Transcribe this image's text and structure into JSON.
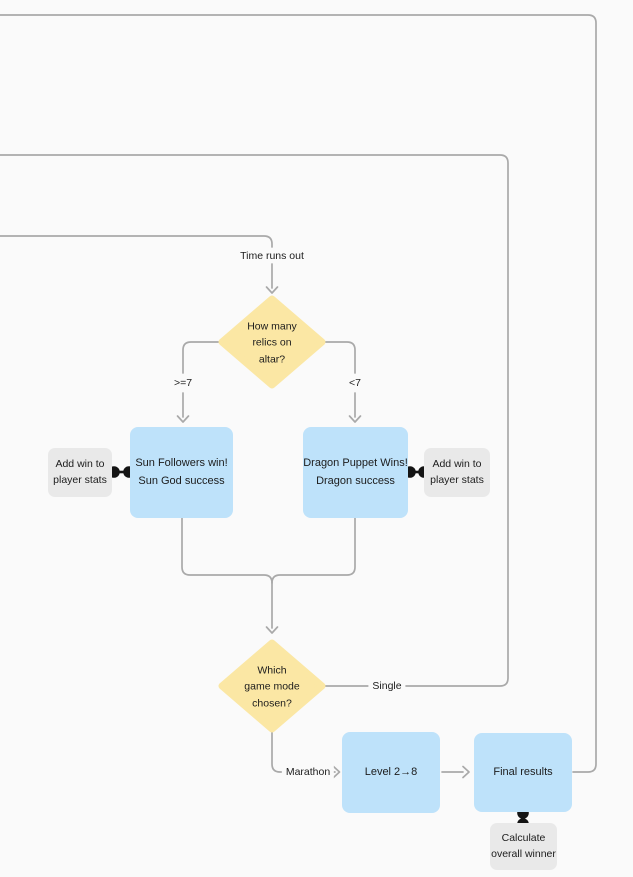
{
  "diagram": {
    "colors": {
      "background": "#fafafa",
      "process_fill": "#bee2fa",
      "decision_fill": "#fbe7a4",
      "note_fill": "#e9e9e9",
      "edge_line": "#a9a9a9",
      "link_dot": "#141414",
      "text": "#1c1c1c"
    },
    "nodes": {
      "decision_relics": {
        "label": "How many\nrelics on\naltar?"
      },
      "process_sun": {
        "label": "Sun Followers win!\nSun God success"
      },
      "process_dragon": {
        "label": "Dragon Puppet Wins!\nDragon success"
      },
      "note_left_stats": {
        "label": "Add win to\nplayer stats"
      },
      "note_right_stats": {
        "label": "Add win to\nplayer stats"
      },
      "decision_mode": {
        "label": "Which\ngame mode\nchosen?"
      },
      "process_level": {
        "label": "Level 2→8"
      },
      "process_final": {
        "label": "Final results"
      },
      "note_calc": {
        "label": "Calculate\noverall winner"
      }
    },
    "edge_labels": {
      "time_runs_out": "Time runs out",
      "gte7": ">=7",
      "lt7": "<7",
      "single": "Single",
      "marathon": "Marathon"
    }
  }
}
